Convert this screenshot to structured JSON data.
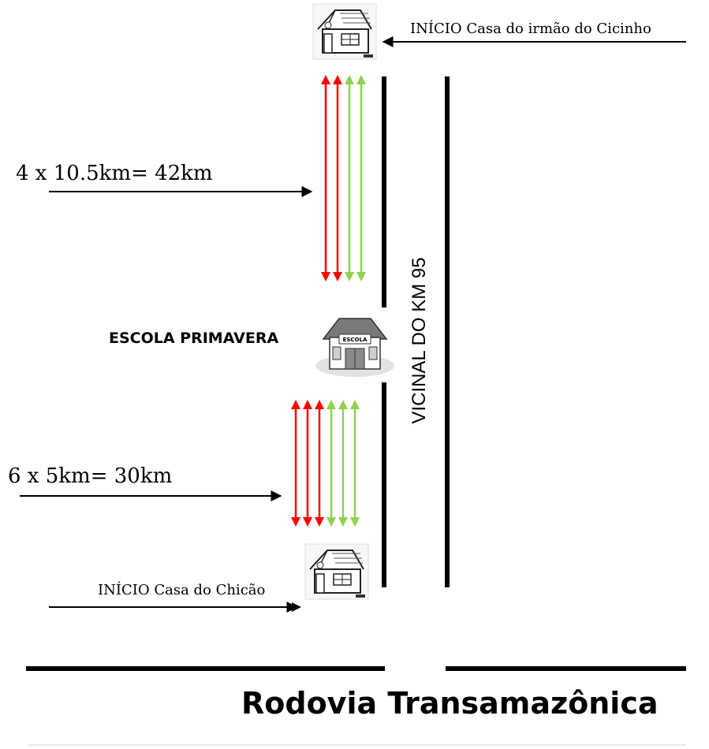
{
  "labels": {
    "start_top": "INÍCIO Casa do irmão do Cicinho",
    "upper_distance": "4 x 10.5km= 42km",
    "school": "ESCOLA PRIMAVERA",
    "school_sign": "ESCOLA",
    "road_name": "VICINAL DO KM 95",
    "lower_distance": "6 x 5km= 30km",
    "start_bottom": "INÍCIO Casa do Chicão",
    "highway": "Rodovia Transamazônica"
  },
  "trips": {
    "upper": {
      "red": 2,
      "green": 2
    },
    "lower": {
      "red": 3,
      "green": 3
    }
  },
  "colors": {
    "red": "#ff0000",
    "green": "#8fd14f",
    "road": "#000000"
  }
}
